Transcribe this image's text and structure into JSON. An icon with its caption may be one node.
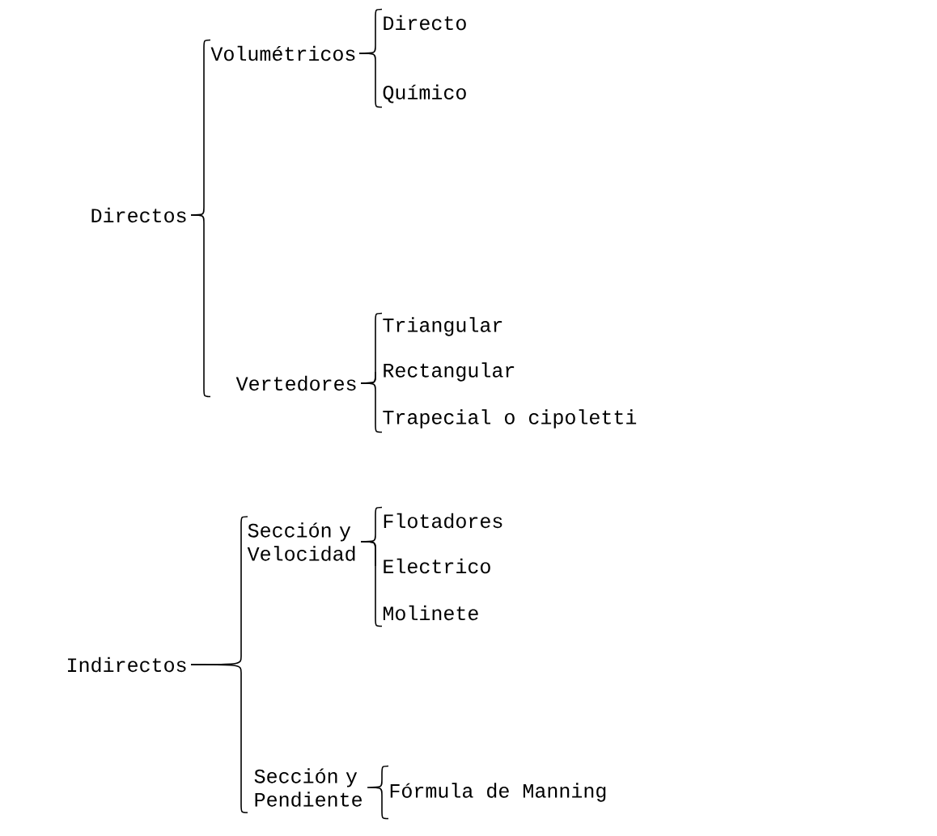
{
  "diagram": {
    "nodes": [
      {
        "text": [
          "Directos"
        ]
      },
      {
        "text": [
          "Volumétricos"
        ]
      },
      {
        "text": [
          "Directo"
        ]
      },
      {
        "text": [
          "Químico"
        ]
      },
      {
        "text": [
          "Vertedores"
        ]
      },
      {
        "text": [
          "Triangular"
        ]
      },
      {
        "text": [
          "Rectangular"
        ]
      },
      {
        "text": [
          "Trapecial o cipoletti"
        ]
      },
      {
        "text": [
          "Indirectos"
        ]
      },
      {
        "text": [
          "Sección y Velocidad"
        ]
      },
      {
        "text": [
          "Flotadores"
        ]
      },
      {
        "text": [
          "Electrico"
        ]
      },
      {
        "text": [
          "Molinete"
        ]
      },
      {
        "text": [
          "Sección y Pendiente"
        ]
      },
      {
        "text": [
          "Fórmula de Manning"
        ]
      }
    ],
    "edges": [
      {
        "from": 0,
        "to": 1,
        "arrow": "none"
      },
      {
        "from": 0,
        "to": 4,
        "arrow": "none"
      },
      {
        "from": 1,
        "to": 2,
        "arrow": "none"
      },
      {
        "from": 1,
        "to": 3,
        "arrow": "none"
      },
      {
        "from": 4,
        "to": 5,
        "arrow": "none"
      },
      {
        "from": 4,
        "to": 6,
        "arrow": "none"
      },
      {
        "from": 4,
        "to": 7,
        "arrow": "none"
      },
      {
        "from": 8,
        "to": 9,
        "arrow": "none"
      },
      {
        "from": 8,
        "to": 13,
        "arrow": "none"
      },
      {
        "from": 9,
        "to": 10,
        "arrow": "none"
      },
      {
        "from": 9,
        "to": 11,
        "arrow": "none"
      },
      {
        "from": 9,
        "to": 12,
        "arrow": "none"
      },
      {
        "from": 13,
        "to": 14,
        "arrow": "none"
      }
    ]
  }
}
